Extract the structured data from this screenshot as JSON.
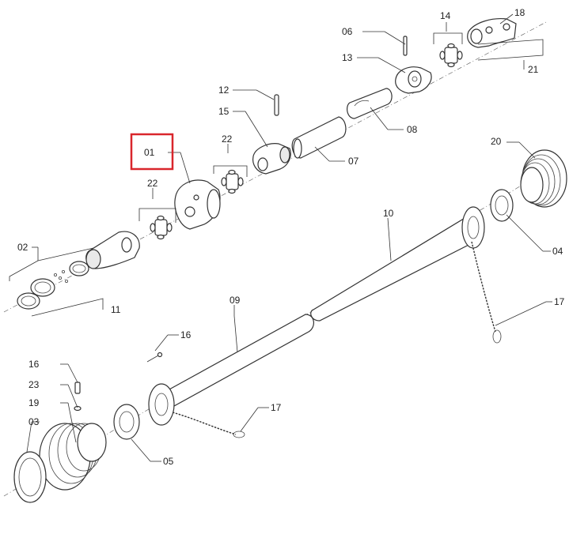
{
  "callouts": {
    "c01": "01",
    "c02": "02",
    "c03": "03",
    "c04": "04",
    "c05": "05",
    "c06": "06",
    "c07": "07",
    "c08": "08",
    "c09": "09",
    "c10": "10",
    "c11": "11",
    "c12": "12",
    "c13": "13",
    "c14": "14",
    "c15": "15",
    "c16a": "16",
    "c16b": "16",
    "c17a": "17",
    "c17b": "17",
    "c18": "18",
    "c19": "19",
    "c20": "20",
    "c21": "21",
    "c22a": "22",
    "c22b": "22",
    "c23": "23"
  },
  "highlight": {
    "target": "01",
    "color": "#d9262c"
  }
}
